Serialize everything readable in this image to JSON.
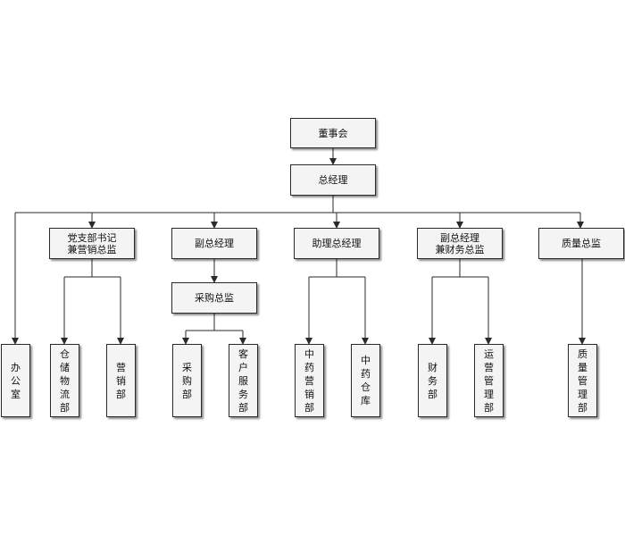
{
  "nodes": {
    "board": "董事会",
    "gm": "总经理",
    "party_secretary": "党支部书记\n兼营销总监",
    "deputy_gm": "副总经理",
    "assistant_gm": "助理总经理",
    "deputy_gm_finance": "副总经理\n兼财务总监",
    "quality_director": "质量总监",
    "purchasing_director": "采购总监",
    "office": "办公室",
    "warehouse_logistics": "仓储物流部",
    "marketing": "营销部",
    "purchasing": "采购部",
    "customer_service": "客户服务部",
    "tcm_marketing": "中药营销部",
    "tcm_warehouse": "中药仓库",
    "finance": "财务部",
    "operations": "运营管理部",
    "quality_management": "质量管理部"
  }
}
